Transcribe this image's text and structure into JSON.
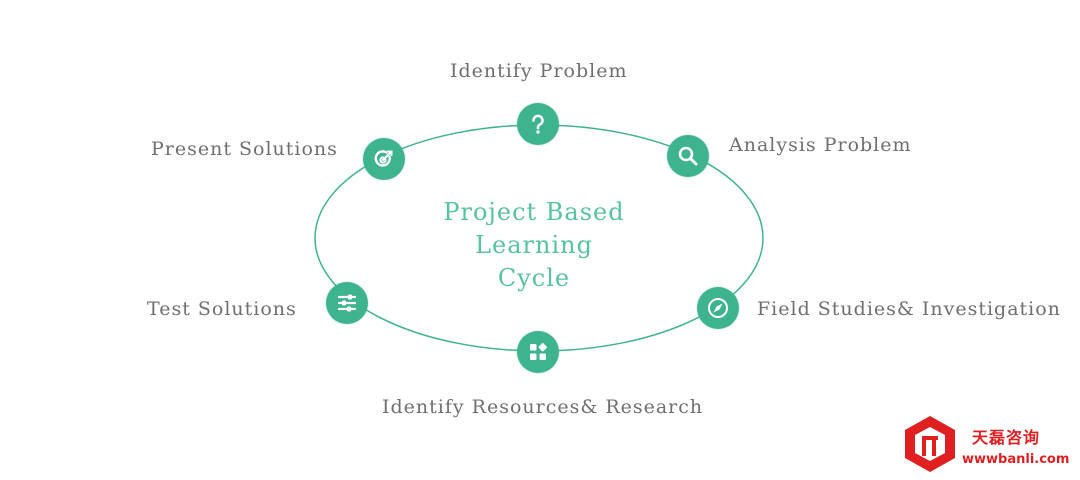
{
  "diagram": {
    "center_title": [
      "Project Based",
      "Learning",
      "Cycle"
    ],
    "steps": [
      {
        "label": "Identify Problem",
        "icon": "question-icon"
      },
      {
        "label": "Analysis Problem",
        "icon": "magnifier-icon"
      },
      {
        "label": "Field Studies& Investigation",
        "icon": "compass-icon"
      },
      {
        "label": "Identify Resources& Research",
        "icon": "grid-icon"
      },
      {
        "label": "Test Solutions",
        "icon": "sliders-icon"
      },
      {
        "label": "Present Solutions",
        "icon": "target-icon"
      }
    ],
    "accent_color": "#3db38f",
    "title_color": "#57c4a0",
    "label_color": "#6f6f6f"
  },
  "brand": {
    "name": "天磊咨询",
    "url": "wwwbanli.com",
    "color": "#e02020"
  }
}
